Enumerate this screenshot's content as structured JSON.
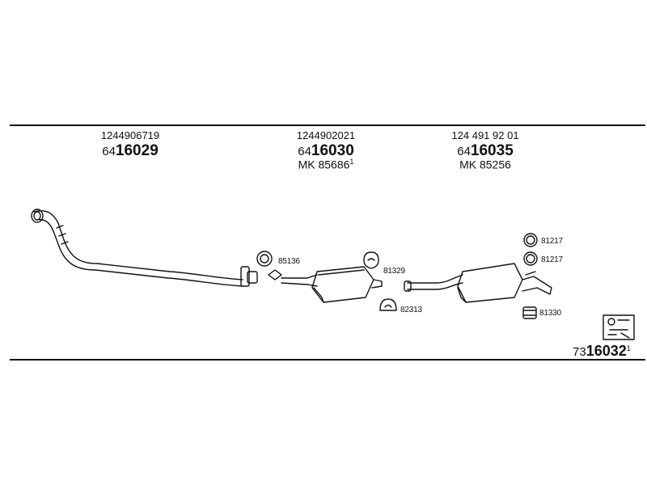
{
  "diagram": {
    "columns": [
      {
        "oem": "1244906719",
        "part_prefix": "64",
        "part_number": "16029",
        "mk": "",
        "mk_sup": ""
      },
      {
        "oem": "1244902021",
        "part_prefix": "64",
        "part_number": "16030",
        "mk": "MK  85686",
        "mk_sup": "1"
      },
      {
        "oem": "124 491 92 01",
        "part_prefix": "64",
        "part_number": "16035",
        "mk": "MK  85256",
        "mk_sup": ""
      }
    ],
    "labels": {
      "clamp_a": "85136",
      "hanger_a": "81329",
      "hanger_b": "82313",
      "ring_1": "81217",
      "ring_2": "81217",
      "mount": "81330"
    },
    "kit": {
      "prefix": "73",
      "number": "16032",
      "sup": "1"
    }
  }
}
